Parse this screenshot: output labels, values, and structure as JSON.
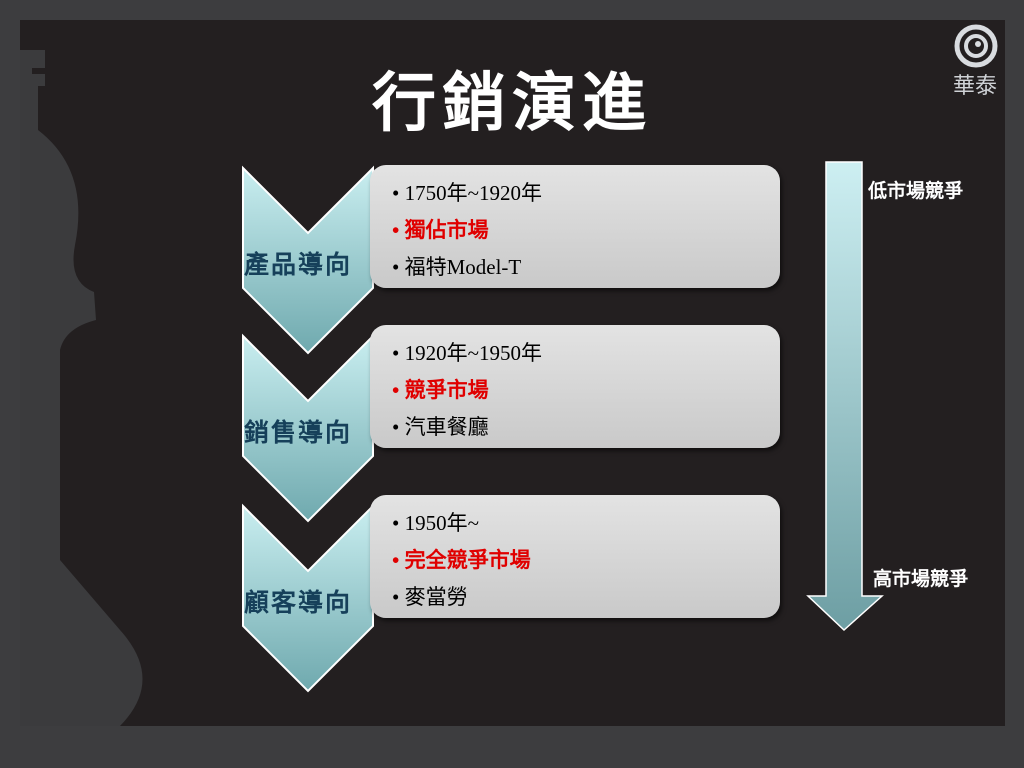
{
  "title": "行銷演進",
  "logo": {
    "text": "華泰"
  },
  "stages": [
    {
      "label": "產品導向",
      "items": [
        "1750年~1920年",
        "獨佔市場",
        "福特Model-T"
      ]
    },
    {
      "label": "銷售導向",
      "items": [
        "1920年~1950年",
        "競爭市場",
        "汽車餐廳"
      ]
    },
    {
      "label": "顧客導向",
      "items": [
        "1950年~",
        "完全競爭市場",
        "麥當勞"
      ]
    }
  ],
  "arrow": {
    "top_label": "低市場競爭",
    "bottom_label": "高市場競爭"
  },
  "colors": {
    "highlight": "#e00000",
    "chevron": "#a7dde0",
    "label": "#16405a",
    "box": "#d6d6d6",
    "background": "#231f20"
  }
}
